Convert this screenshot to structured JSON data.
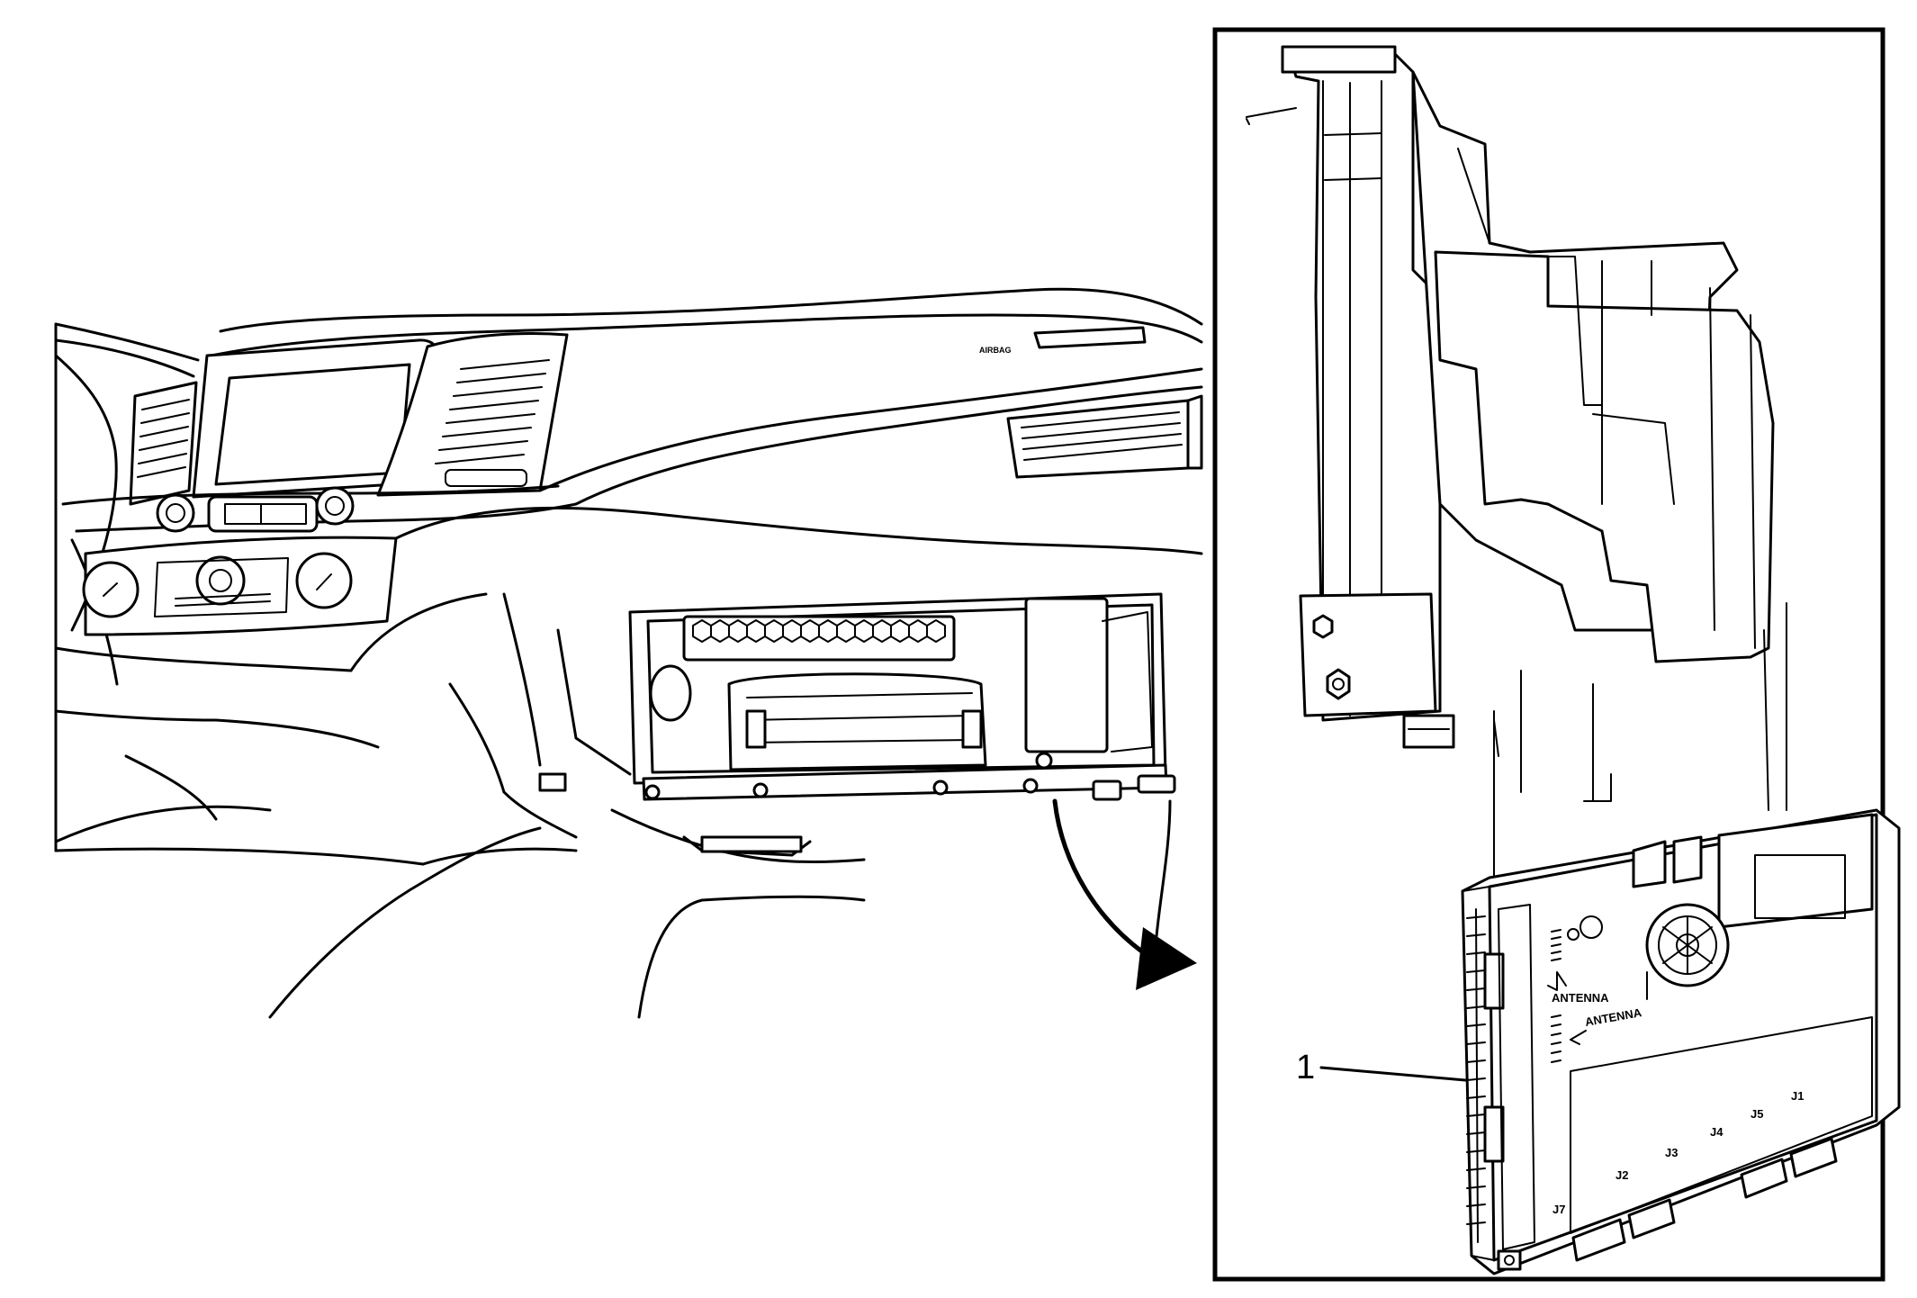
{
  "callouts": [
    {
      "id": "1",
      "label": "1"
    }
  ],
  "module_labels": {
    "antenna_top": "ANTENNA",
    "antenna_side": "ANTENNA",
    "dash_badge": "AIRBAG"
  },
  "connector_labels": [
    "J7",
    "J2",
    "J3",
    "J4",
    "J5",
    "J1"
  ]
}
